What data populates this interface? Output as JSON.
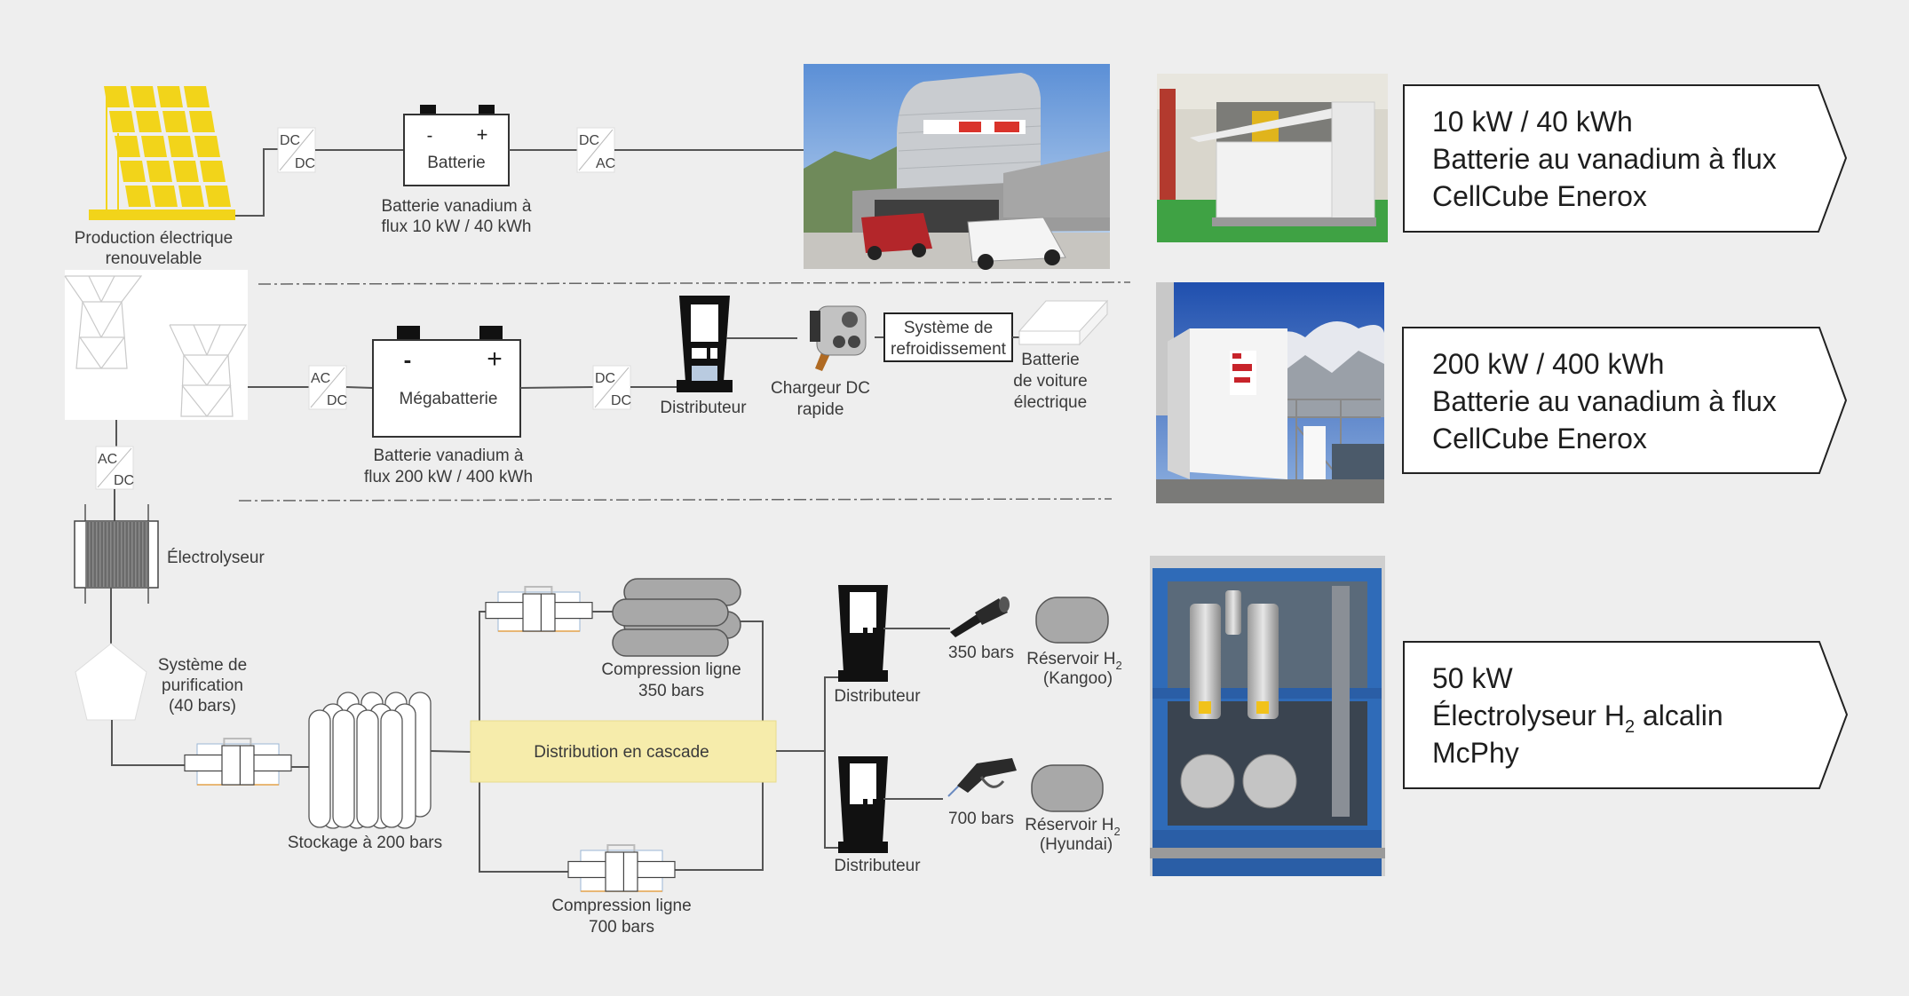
{
  "rows": {
    "solar": {
      "source_label": [
        "Production électrique",
        "renouvelable"
      ],
      "converter_in": [
        "DC",
        "DC"
      ],
      "battery_symbol_minus": "-",
      "battery_symbol_plus": "+",
      "battery_label": "Batterie",
      "battery_caption": [
        "Batterie vanadium à",
        "flux 10 kW / 40 kWh"
      ],
      "converter_out": [
        "DC",
        "AC"
      ]
    },
    "grid": {
      "converter_in": [
        "AC",
        "DC"
      ],
      "battery_symbol_minus": "-",
      "battery_symbol_plus": "+",
      "battery_label": "Mégabatterie",
      "battery_caption": [
        "Batterie vanadium à",
        "flux 200 kW / 400 kWh"
      ],
      "converter_out": [
        "DC",
        "DC"
      ],
      "dispenser_label": "Distributeur",
      "charger_label": [
        "Chargeur DC",
        "rapide"
      ],
      "cooling_label": [
        "Système de",
        "refroidissement"
      ],
      "ev_battery_label": [
        "Batterie",
        "de voiture",
        "électrique"
      ]
    },
    "hydrogen": {
      "grid_converter": [
        "AC",
        "DC"
      ],
      "electrolyzer_label": "Électrolyseur",
      "purification_label": [
        "Système de",
        "purification",
        "(40 bars)"
      ],
      "storage_label": "Stockage à 200 bars",
      "cascade_label": "Distribution en cascade",
      "compression_350_label": [
        "Compression ligne",
        "350 bars"
      ],
      "compression_700_label": [
        "Compression ligne",
        "700 bars"
      ],
      "dispenser_top_label": "Distributeur",
      "dispenser_bottom_label": "Distributeur",
      "nozzle_350_label": "350 bars",
      "nozzle_700_label": "700 bars",
      "tank_kangoo_label": [
        "Réservoir H",
        "2",
        "(Kangoo)"
      ],
      "tank_hyundai_label": [
        "Réservoir H",
        "2",
        "(Hyundai)"
      ]
    }
  },
  "callouts": [
    {
      "line1": "10 kW / 40 kWh",
      "line2": "Batterie au vanadium à flux",
      "line3": "CellCube Enerox"
    },
    {
      "line1": "200 kW / 400 kWh",
      "line2": "Batterie au vanadium à flux",
      "line3": "CellCube Enerox"
    },
    {
      "line1": "50 kW",
      "line2_pre": "Électrolyseur H",
      "line2_sub": "2",
      "line2_post": " alcalin",
      "line3": "McPhy"
    }
  ],
  "photos": {
    "station": "Hydrogen / EV station building with two cars",
    "cellcube_small": "CellCube 10 kW battery unit indoors",
    "cellcube_large": "CellCube 200 kW battery container outdoors",
    "electrolyzer": "McPhy alkaline electrolyzer in blue frame"
  },
  "colors": {
    "background": "#eeeeee",
    "solar": "#f2d41a",
    "cascade": "#f6ecab",
    "wire": "#555555",
    "dispenser": "#111111",
    "tank": "#a8a8a8",
    "electrolyzer_frame": "#2f6bb8"
  }
}
